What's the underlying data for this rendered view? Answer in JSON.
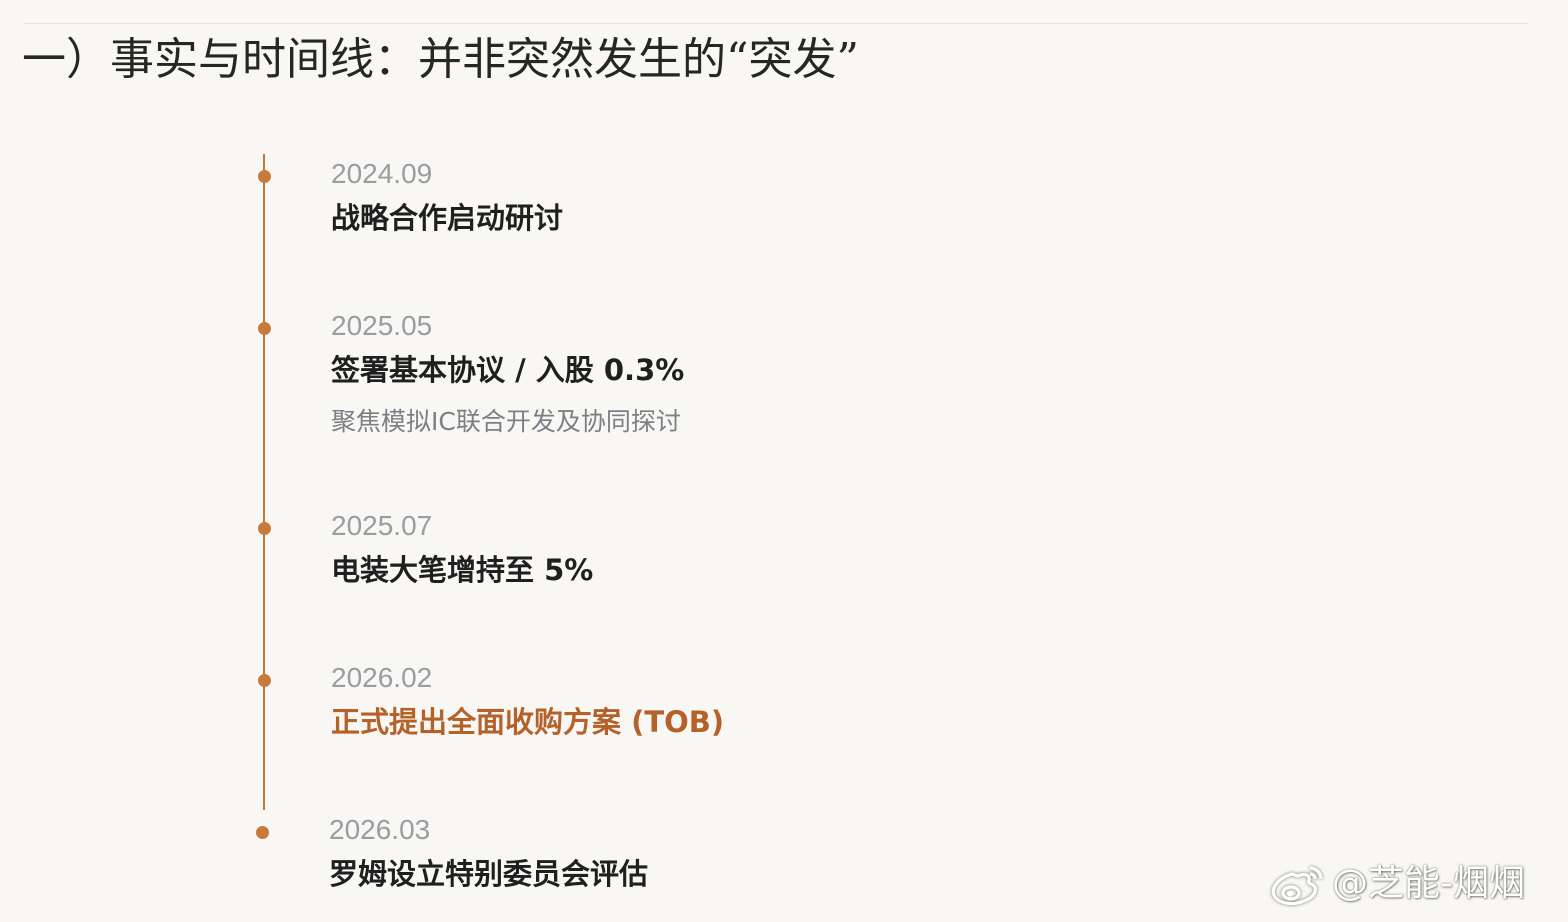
{
  "page": {
    "title": "一）事实与时间线：并非突然发生的“突发”"
  },
  "timeline": {
    "events": [
      {
        "date": "2024.09",
        "title": "战略合作启动研讨",
        "highlight": false
      },
      {
        "date": "2025.05",
        "title": "签署基本协议 / 入股 0.3%",
        "note": "聚焦模拟IC联合开发及协同探讨",
        "highlight": false
      },
      {
        "date": "2025.07",
        "title": "电装大笔增持至 5%",
        "highlight": false
      },
      {
        "date": "2026.02",
        "title": "正式提出全面收购方案 (TOB)",
        "highlight": true
      },
      {
        "date": "2026.03",
        "title": "罗姆设立特别委员会评估",
        "highlight": false
      }
    ]
  },
  "watermark": {
    "icon": "weibo-logo-icon",
    "text": "@芝能-烟烟"
  },
  "colors": {
    "background": "#f8f7f3",
    "accent": "#c97a3b",
    "highlight_text": "#b5612a",
    "date_text": "#9a9ca3",
    "title_text": "#1f1f1f",
    "note_text": "#7c7f85"
  }
}
